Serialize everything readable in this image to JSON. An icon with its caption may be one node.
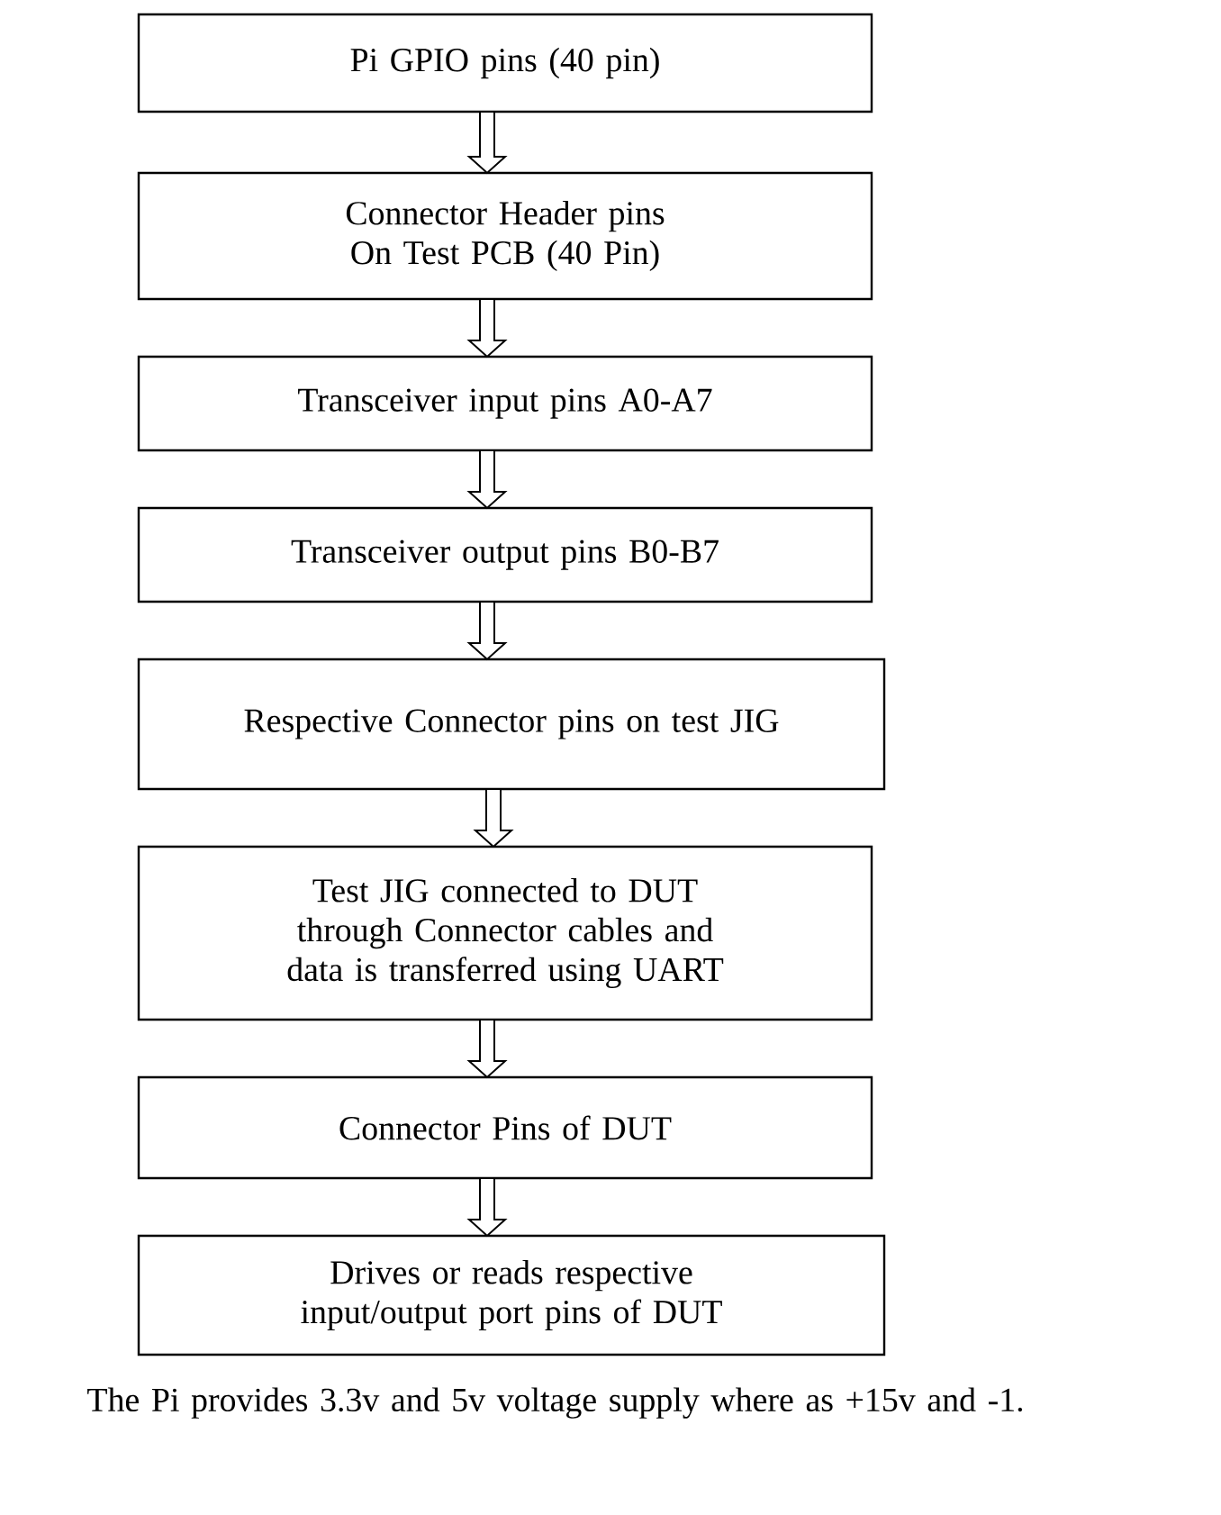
{
  "diagram": {
    "nodes": [
      {
        "text": [
          "Pi GPIO pins (40 pin)"
        ]
      },
      {
        "text": [
          "Connector Header pins On Test PCB (40 Pin)"
        ]
      },
      {
        "text": [
          "Transceiver input pins A0-A7"
        ]
      },
      {
        "text": [
          "Transceiver output pins B0-B7"
        ]
      },
      {
        "text": [
          "Respective Connector pins on test JIG"
        ]
      },
      {
        "text": [
          "Test JIG connected to DUT through Connector cables and data is transferred using UART"
        ]
      },
      {
        "text": [
          "Connector Pins of DUT"
        ]
      },
      {
        "text": [
          "Drives or reads respective input/output port pins of DUT"
        ]
      }
    ],
    "edges": [
      {
        "from": 0,
        "to": 1,
        "arrow": "to"
      },
      {
        "from": 1,
        "to": 2,
        "arrow": "to"
      },
      {
        "from": 2,
        "to": 3,
        "arrow": "to"
      },
      {
        "from": 3,
        "to": 4,
        "arrow": "to"
      },
      {
        "from": 4,
        "to": 5,
        "arrow": "to"
      },
      {
        "from": 5,
        "to": 6,
        "arrow": "to"
      },
      {
        "from": 6,
        "to": 7,
        "arrow": "to"
      }
    ],
    "labels": [
      "The Pi provides 3.3v and 5v voltage supply where as +15v and -1."
    ]
  }
}
